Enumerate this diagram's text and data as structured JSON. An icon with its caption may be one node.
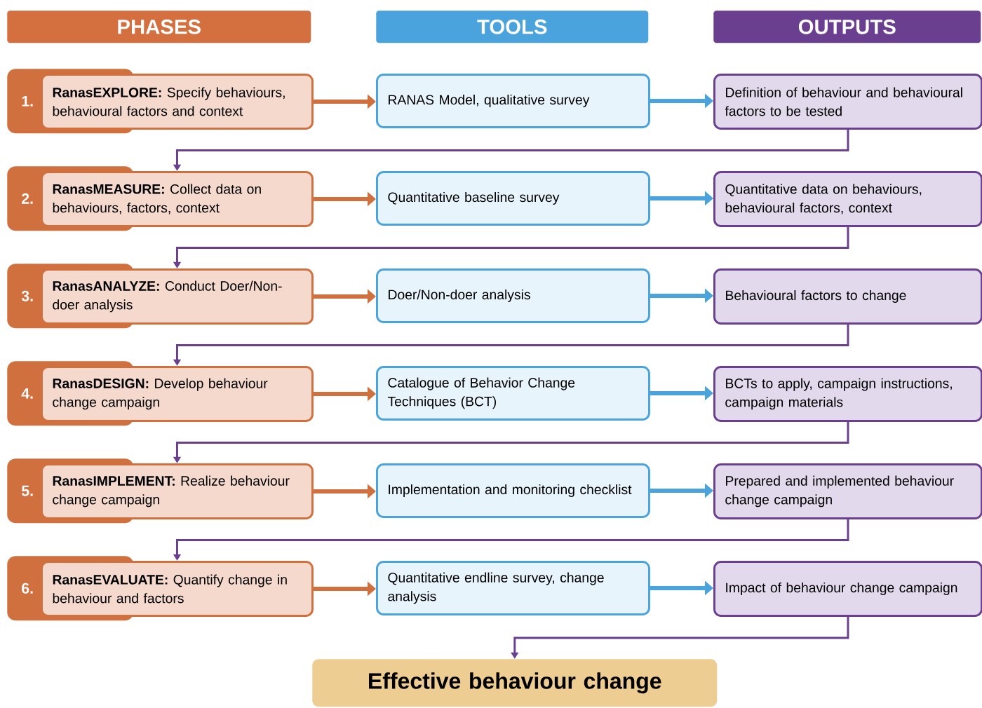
{
  "diagram": {
    "nodes": [
      {
        "text": [
          "PHASES"
        ]
      },
      {
        "text": [
          "TOOLS"
        ]
      },
      {
        "text": [
          "OUTPUTS"
        ]
      },
      {
        "text": [
          "1."
        ]
      },
      {
        "text": [
          "**RanasEXPLORE:** Specify behaviours, behavioural factors and context"
        ]
      },
      {
        "text": [
          "RANAS Model, qualitative survey"
        ]
      },
      {
        "text": [
          "Definition of behaviour and behavioural factors to be tested"
        ]
      },
      {
        "text": [
          "2."
        ]
      },
      {
        "text": [
          "**RanasMEASURE:** Collect data on behaviours, factors, context"
        ]
      },
      {
        "text": [
          "Quantitative baseline survey"
        ]
      },
      {
        "text": [
          "Quantitative data on behaviours, behavioural factors, context"
        ]
      },
      {
        "text": [
          "3."
        ]
      },
      {
        "text": [
          "**RanasANALYZE:** Conduct Doer/Non-doer analysis"
        ]
      },
      {
        "text": [
          "Doer/Non-doer analysis"
        ]
      },
      {
        "text": [
          "Behavioural factors to change"
        ]
      },
      {
        "text": [
          "4."
        ]
      },
      {
        "text": [
          "**RanasDESIGN:** Develop behaviour change campaign"
        ]
      },
      {
        "text": [
          "Catalogue of Behavior Change Techniques (BCT)"
        ]
      },
      {
        "text": [
          "BCTs to apply, campaign instructions, campaign materials"
        ]
      },
      {
        "text": [
          "5."
        ]
      },
      {
        "text": [
          "**RanasIMPLEMENT:** Realize behaviour change campaign"
        ]
      },
      {
        "text": [
          "Implementation and monitoring checklist"
        ]
      },
      {
        "text": [
          "Prepared and implemented behaviour change campaign"
        ]
      },
      {
        "text": [
          "6."
        ]
      },
      {
        "text": [
          "**RanasEVALUATE:** Quantify change in behaviour and factors"
        ]
      },
      {
        "text": [
          "Quantitative endline survey, change analysis"
        ]
      },
      {
        "text": [
          "Impact of behaviour change campaign"
        ]
      },
      {
        "text": [
          "Effective behaviour change"
        ]
      }
    ],
    "edges": [
      {
        "from": 4,
        "to": 5,
        "arrow": "to",
        "color": "#d0703f"
      },
      {
        "from": 5,
        "to": 6,
        "arrow": "to",
        "color": "#4aa3dc"
      },
      {
        "from": 6,
        "to": 8,
        "arrow": "to",
        "color": "#6a3f8f"
      },
      {
        "from": 8,
        "to": 9,
        "arrow": "to",
        "color": "#d0703f"
      },
      {
        "from": 9,
        "to": 10,
        "arrow": "to",
        "color": "#4aa3dc"
      },
      {
        "from": 10,
        "to": 12,
        "arrow": "to",
        "color": "#6a3f8f"
      },
      {
        "from": 12,
        "to": 13,
        "arrow": "to",
        "color": "#d0703f"
      },
      {
        "from": 13,
        "to": 14,
        "arrow": "to",
        "color": "#4aa3dc"
      },
      {
        "from": 14,
        "to": 16,
        "arrow": "to",
        "color": "#6a3f8f"
      },
      {
        "from": 16,
        "to": 17,
        "arrow": "to",
        "color": "#d0703f"
      },
      {
        "from": 17,
        "to": 18,
        "arrow": "to",
        "color": "#4aa3dc"
      },
      {
        "from": 18,
        "to": 20,
        "arrow": "to",
        "color": "#6a3f8f"
      },
      {
        "from": 20,
        "to": 21,
        "arrow": "to",
        "color": "#d0703f"
      },
      {
        "from": 21,
        "to": 22,
        "arrow": "to",
        "color": "#4aa3dc"
      },
      {
        "from": 22,
        "to": 24,
        "arrow": "to",
        "color": "#6a3f8f"
      },
      {
        "from": 24,
        "to": 25,
        "arrow": "to",
        "color": "#d0703f"
      },
      {
        "from": 25,
        "to": 26,
        "arrow": "to",
        "color": "#4aa3dc"
      },
      {
        "from": 26,
        "to": 27,
        "arrow": "to",
        "color": "#6a3f8f"
      }
    ]
  }
}
